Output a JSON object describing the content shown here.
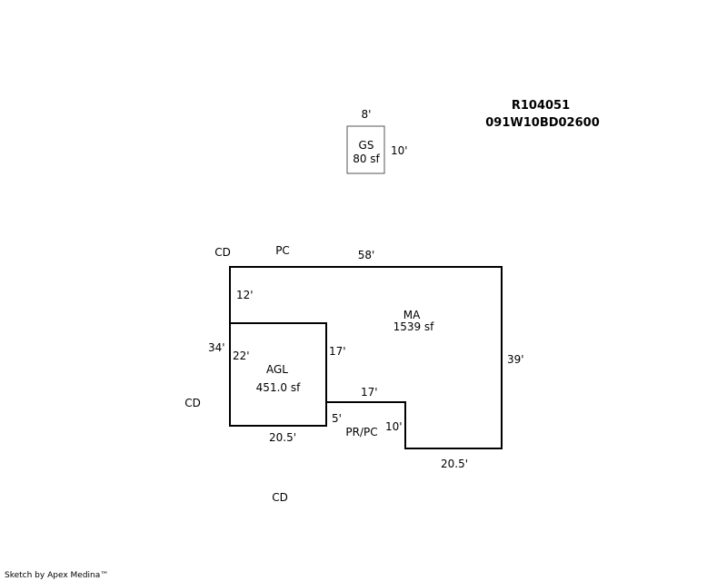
{
  "header": {
    "parcel_id": "R104051",
    "map_number": "091W10BD02600"
  },
  "gs": {
    "code": "GS",
    "area": "80 sf",
    "top_dim": "8'",
    "right_dim": "10'"
  },
  "ma": {
    "code": "MA",
    "area": "1539 sf",
    "top_dim": "58'",
    "right_dim": "39'",
    "left_upper_dim": "12'",
    "left_total_dim": "34'",
    "inner_right_dim": "17'",
    "step_top_dim": "17'",
    "step_left_dim": "5'",
    "step_down_dim": "10'",
    "bottom_dim": "20.5'"
  },
  "agl": {
    "code": "AGL",
    "area": "451.0 sf",
    "left_dim": "22'",
    "bottom_dim": "20.5'"
  },
  "labels": {
    "cd_top": "CD",
    "pc_top": "PC",
    "cd_left": "CD",
    "pr_pc": "PR/PC",
    "cd_bottom": "CD"
  },
  "footer": {
    "credit": "Sketch by Apex Medina™"
  }
}
